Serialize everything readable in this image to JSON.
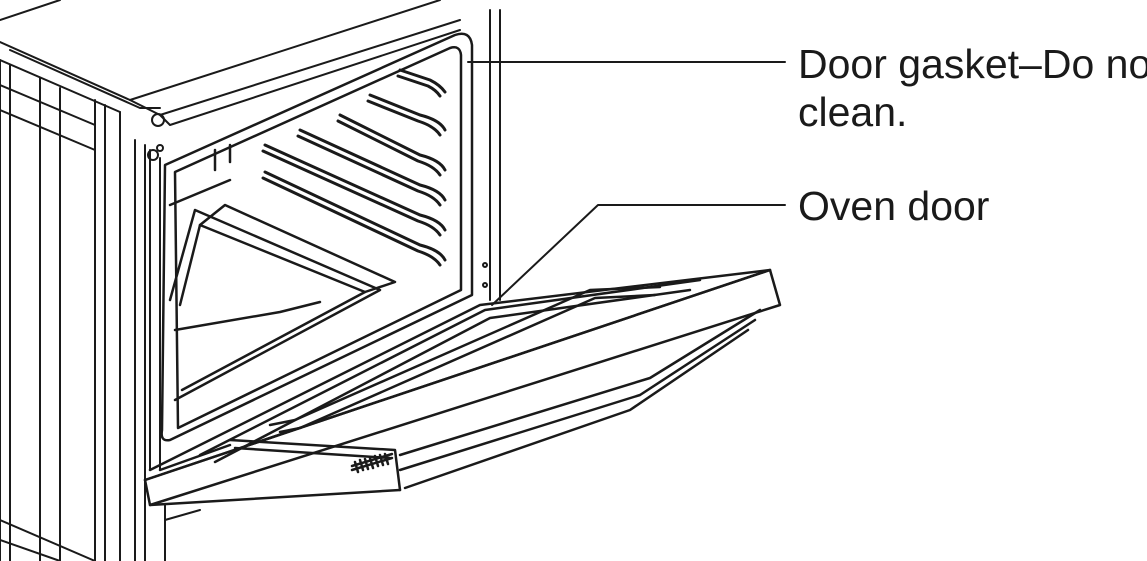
{
  "callouts": {
    "gasket": {
      "line1": "Door gasket–Do not",
      "line2": "clean."
    },
    "door": {
      "label": "Oven door"
    }
  },
  "icons": [
    "oven-cavity-icon",
    "oven-door-icon",
    "oven-rack-icon"
  ],
  "colors": {
    "ink": "#1a1a1a",
    "background": "#ffffff"
  }
}
